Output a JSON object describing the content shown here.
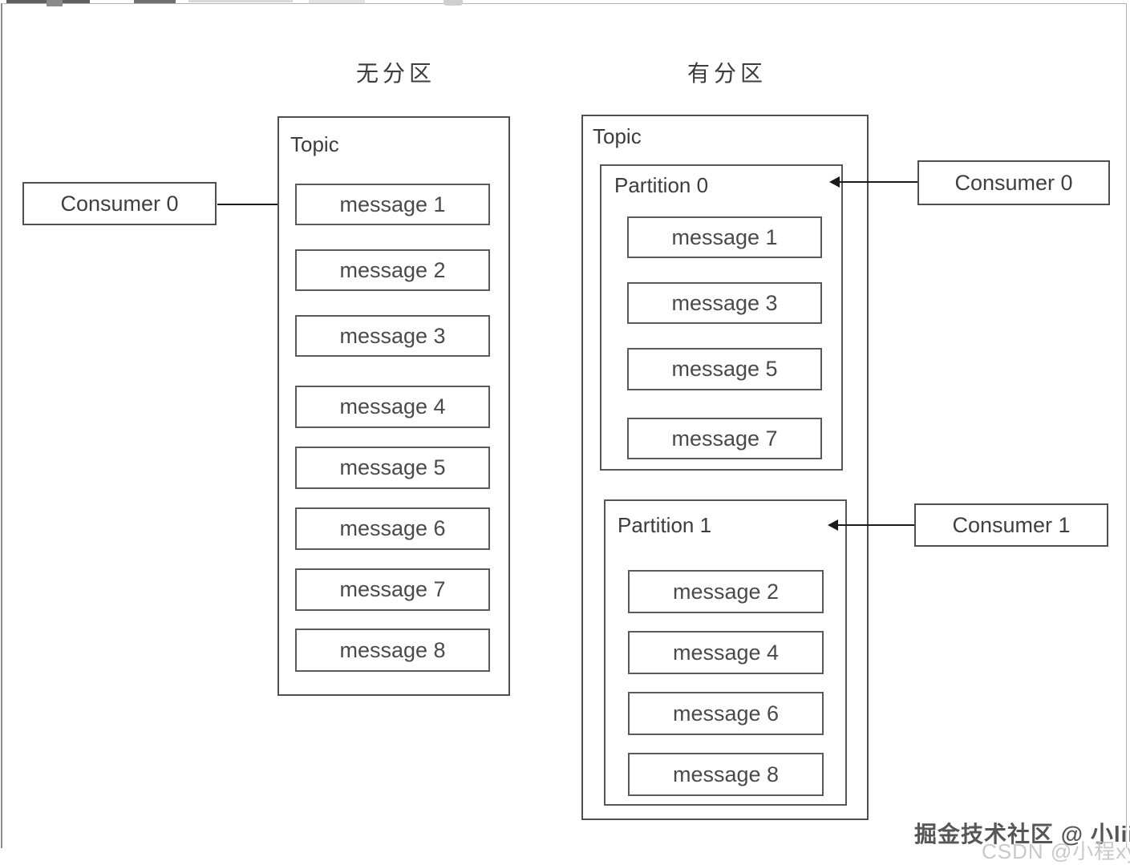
{
  "titles": {
    "left": "无分区",
    "right": "有分区"
  },
  "left_diagram": {
    "topic_label": "Topic",
    "consumer_label": "Consumer 0",
    "messages": [
      "message 1",
      "message 2",
      "message 3",
      "message 4",
      "message 5",
      "message 6",
      "message 7",
      "message 8"
    ]
  },
  "right_diagram": {
    "topic_label": "Topic",
    "partitions": [
      {
        "label": "Partition 0",
        "messages": [
          "message 1",
          "message 3",
          "message 5",
          "message 7"
        ],
        "consumer_label": "Consumer 0"
      },
      {
        "label": "Partition 1",
        "messages": [
          "message 2",
          "message 4",
          "message 6",
          "message 8"
        ],
        "consumer_label": "Consumer 1"
      }
    ]
  },
  "watermark": {
    "line1": "掘金技术社区 @ 小liii",
    "line2": "CSDN @小程xy"
  },
  "colors": {
    "box_border": "#4f4f4f",
    "text": "#3f3f3f",
    "arrow": "#1a1a1a",
    "frame_border": "#b3b3b3",
    "watermark_primary": "#565656",
    "watermark_secondary": "#c9c9c9"
  }
}
